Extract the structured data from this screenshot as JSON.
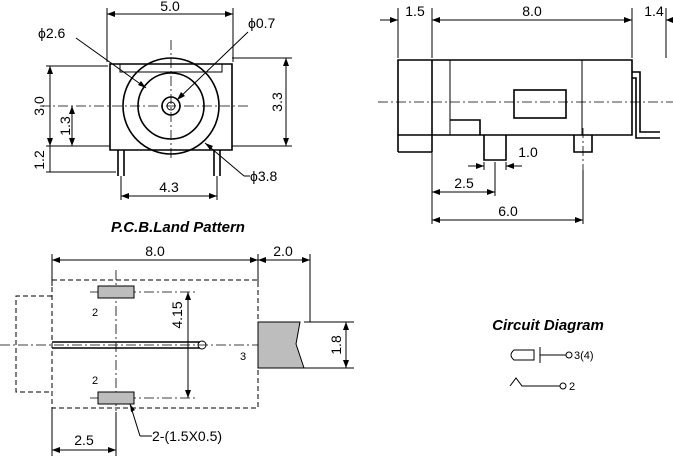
{
  "front_view": {
    "dim_width": "5.0",
    "dim_hole_large": "2.6",
    "dim_hole_small": "0.7",
    "dim_height_total": "3.0",
    "dim_center_height": "1.3",
    "dim_leg": "1.2",
    "dim_right_height": "3.3",
    "dim_pin_pitch": "4.3",
    "dim_outer_dia": "3.8",
    "phi_symbol": "ϕ"
  },
  "side_view": {
    "dim_left": "1.5",
    "dim_body": "8.0",
    "dim_right": "1.4",
    "dim_pin_width": "1.0",
    "dim_pin_pos": "2.5",
    "dim_rear_pin": "6.0"
  },
  "pcb": {
    "title": "P.C.B.Land Pattern",
    "dim_length": "8.0",
    "dim_overhang": "2.0",
    "dim_pad_pitch": "4.15",
    "dim_tab": "1.8",
    "dim_pad_offset": "2.5",
    "pad_label": "2-(1.5X0.5)",
    "pin_label_top": "2",
    "pin_label_bottom": "2",
    "pin_label_tab": "3"
  },
  "circuit": {
    "title": "Circuit Diagram",
    "pin_a": "3(4)",
    "pin_b": "2"
  }
}
